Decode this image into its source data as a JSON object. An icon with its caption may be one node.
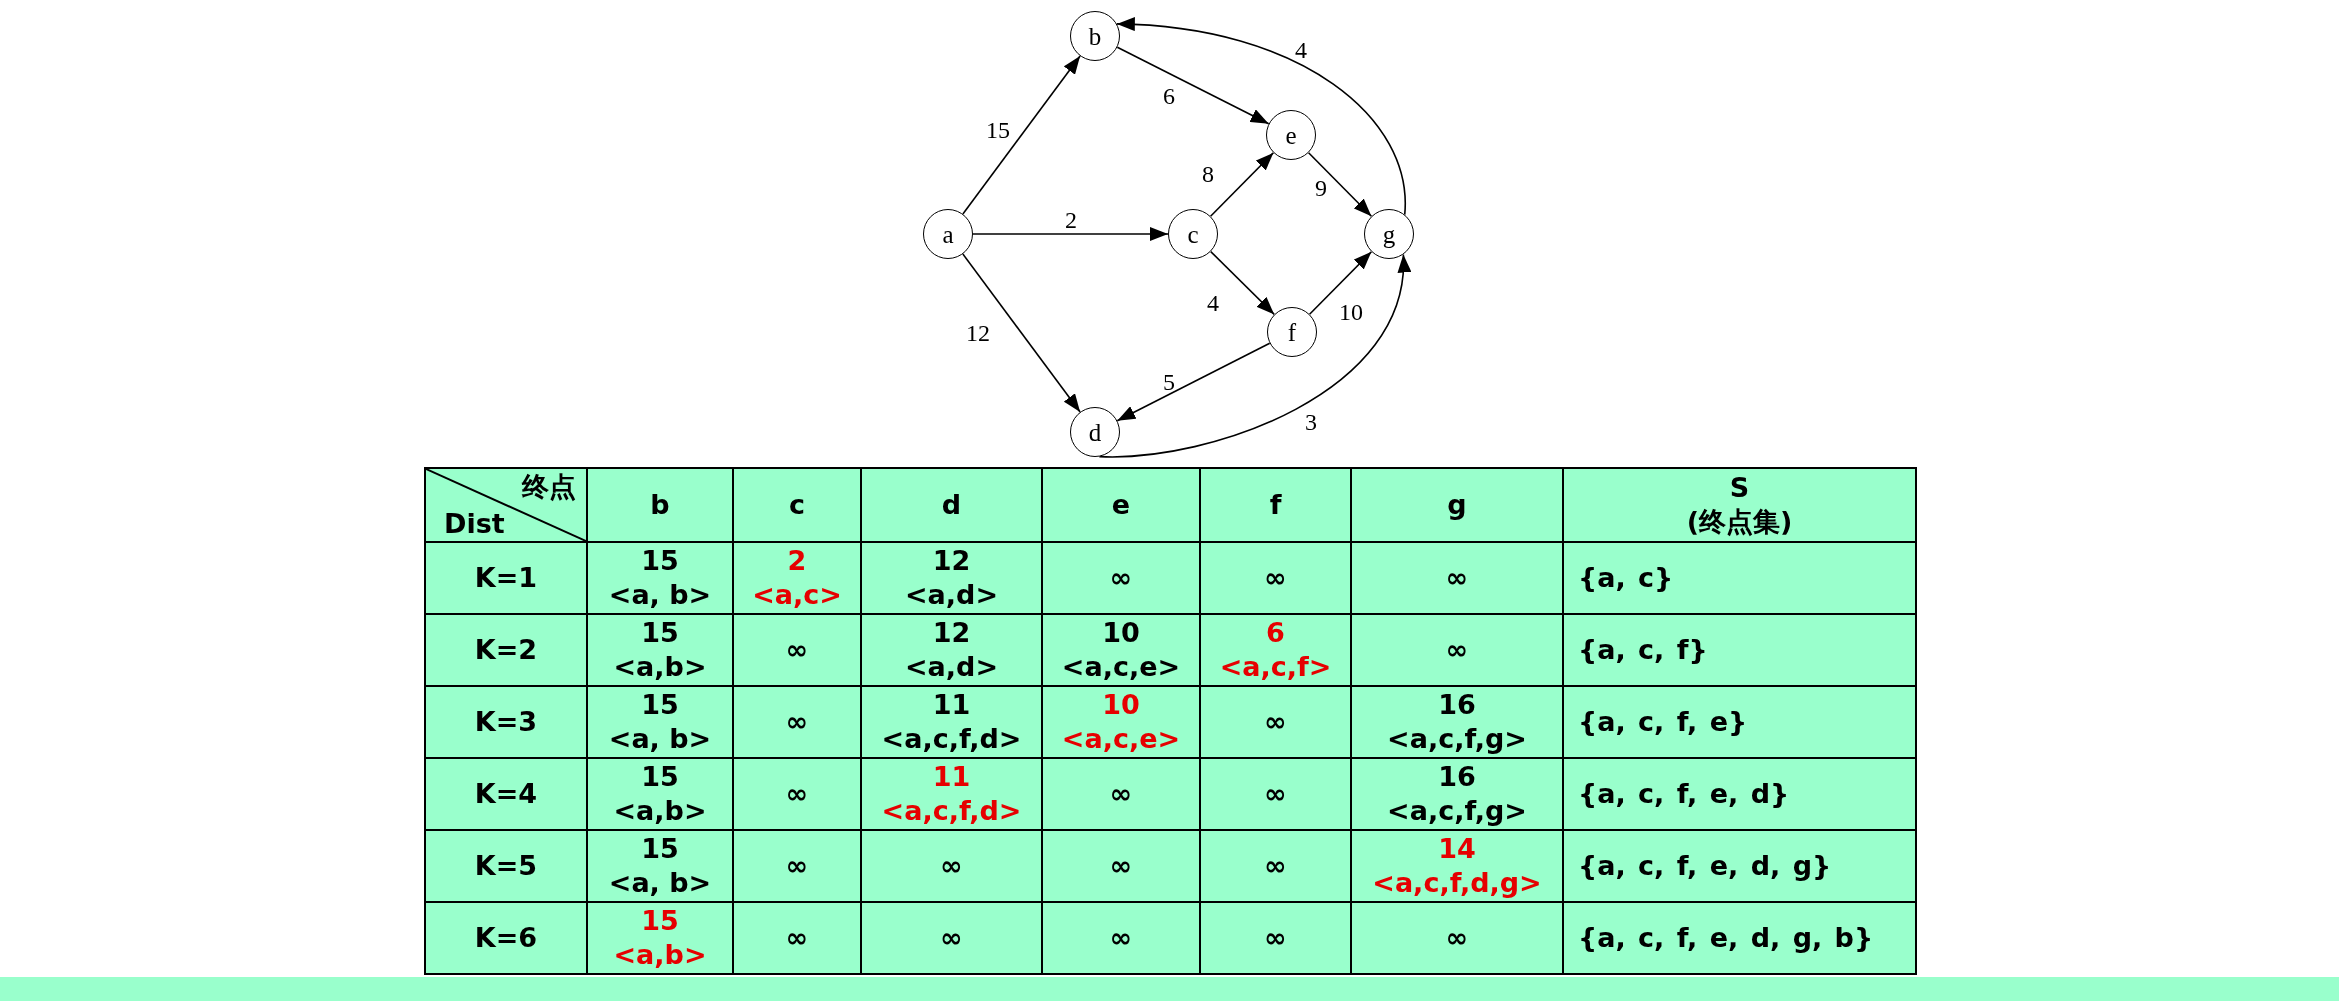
{
  "diagram": {
    "nodes": [
      {
        "text": [
          "a"
        ]
      },
      {
        "text": [
          "b"
        ]
      },
      {
        "text": [
          "c"
        ]
      },
      {
        "text": [
          "d"
        ]
      },
      {
        "text": [
          "e"
        ]
      },
      {
        "text": [
          "f"
        ]
      },
      {
        "text": [
          "g"
        ]
      }
    ],
    "edges": [
      {
        "from": 0,
        "to": 1,
        "arrow": "to",
        "label": "15"
      },
      {
        "from": 0,
        "to": 2,
        "arrow": "to",
        "label": "2"
      },
      {
        "from": 0,
        "to": 3,
        "arrow": "to",
        "label": "12"
      },
      {
        "from": 1,
        "to": 4,
        "arrow": "to",
        "label": "6"
      },
      {
        "from": 2,
        "to": 4,
        "arrow": "to",
        "label": "8"
      },
      {
        "from": 2,
        "to": 5,
        "arrow": "to",
        "label": "4"
      },
      {
        "from": 4,
        "to": 6,
        "arrow": "to",
        "label": "9"
      },
      {
        "from": 5,
        "to": 6,
        "arrow": "to",
        "label": "10"
      },
      {
        "from": 5,
        "to": 3,
        "arrow": "to",
        "label": "5"
      },
      {
        "from": 3,
        "to": 6,
        "arrow": "to",
        "label": "3"
      },
      {
        "from": 6,
        "to": 1,
        "arrow": "to",
        "label": "4"
      }
    ],
    "labels": [
      "终点",
      "Dist",
      "b",
      "c",
      "d",
      "e",
      "f",
      "g",
      "S",
      "(终点集)",
      "K=1",
      "15",
      "<a, b>",
      "2",
      "<a,c>",
      "12",
      "<a,d>",
      "∞",
      "∞",
      "∞",
      "{a, c}",
      "K=2",
      "15",
      "<a,b>",
      "∞",
      "12",
      "<a,d>",
      "10",
      "<a,c,e>",
      "6",
      "<a,c,f>",
      "∞",
      "{a, c, f}",
      "K=3",
      "15",
      "<a, b>",
      "∞",
      "11",
      "<a,c,f,d>",
      "10",
      "<a,c,e>",
      "∞",
      "16",
      "<a,c,f,g>",
      "{a, c, f, e}",
      "K=4",
      "15",
      "<a,b>",
      "∞",
      "11",
      "<a,c,f,d>",
      "∞",
      "∞",
      "16",
      "<a,c,f,g>",
      "{a, c, f, e, d}",
      "K=5",
      "15",
      "<a, b>",
      "∞",
      "∞",
      "∞",
      "∞",
      "14",
      "<a,c,f,d,g>",
      "{a, c, f, e, d, g}",
      "K=6",
      "15",
      "<a,b>",
      "∞",
      "∞",
      "∞",
      "∞",
      "∞",
      "{a, c, f, e, d, g, b}"
    ]
  }
}
